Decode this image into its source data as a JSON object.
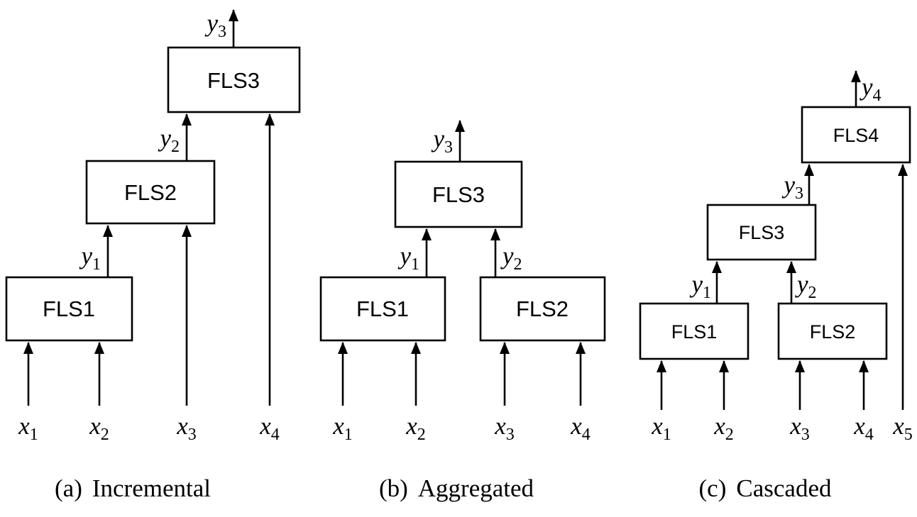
{
  "figure": {
    "ink_color": "#000000",
    "background_color": "#ffffff",
    "panels": [
      {
        "caption_prefix": "(a)",
        "caption_label": "Incremental",
        "boxes": [
          {
            "label": "FLS1"
          },
          {
            "label": "FLS2"
          },
          {
            "label": "FLS3"
          }
        ],
        "inputs": [
          {
            "base": "x",
            "sub": "1"
          },
          {
            "base": "x",
            "sub": "2"
          },
          {
            "base": "x",
            "sub": "3"
          },
          {
            "base": "x",
            "sub": "4"
          }
        ],
        "outputs": [
          {
            "base": "y",
            "sub": "1"
          },
          {
            "base": "y",
            "sub": "2"
          },
          {
            "base": "y",
            "sub": "3"
          }
        ]
      },
      {
        "caption_prefix": "(b)",
        "caption_label": "Aggregated",
        "boxes": [
          {
            "label": "FLS1"
          },
          {
            "label": "FLS2"
          },
          {
            "label": "FLS3"
          }
        ],
        "inputs": [
          {
            "base": "x",
            "sub": "1"
          },
          {
            "base": "x",
            "sub": "2"
          },
          {
            "base": "x",
            "sub": "3"
          },
          {
            "base": "x",
            "sub": "4"
          }
        ],
        "outputs": [
          {
            "base": "y",
            "sub": "1"
          },
          {
            "base": "y",
            "sub": "2"
          },
          {
            "base": "y",
            "sub": "3"
          }
        ]
      },
      {
        "caption_prefix": "(c)",
        "caption_label": "Cascaded",
        "boxes": [
          {
            "label": "FLS1"
          },
          {
            "label": "FLS2"
          },
          {
            "label": "FLS3"
          },
          {
            "label": "FLS4"
          }
        ],
        "inputs": [
          {
            "base": "x",
            "sub": "1"
          },
          {
            "base": "x",
            "sub": "2"
          },
          {
            "base": "x",
            "sub": "3"
          },
          {
            "base": "x",
            "sub": "4"
          },
          {
            "base": "x",
            "sub": "5"
          }
        ],
        "outputs": [
          {
            "base": "y",
            "sub": "1"
          },
          {
            "base": "y",
            "sub": "2"
          },
          {
            "base": "y",
            "sub": "3"
          },
          {
            "base": "y",
            "sub": "4"
          }
        ]
      }
    ]
  }
}
